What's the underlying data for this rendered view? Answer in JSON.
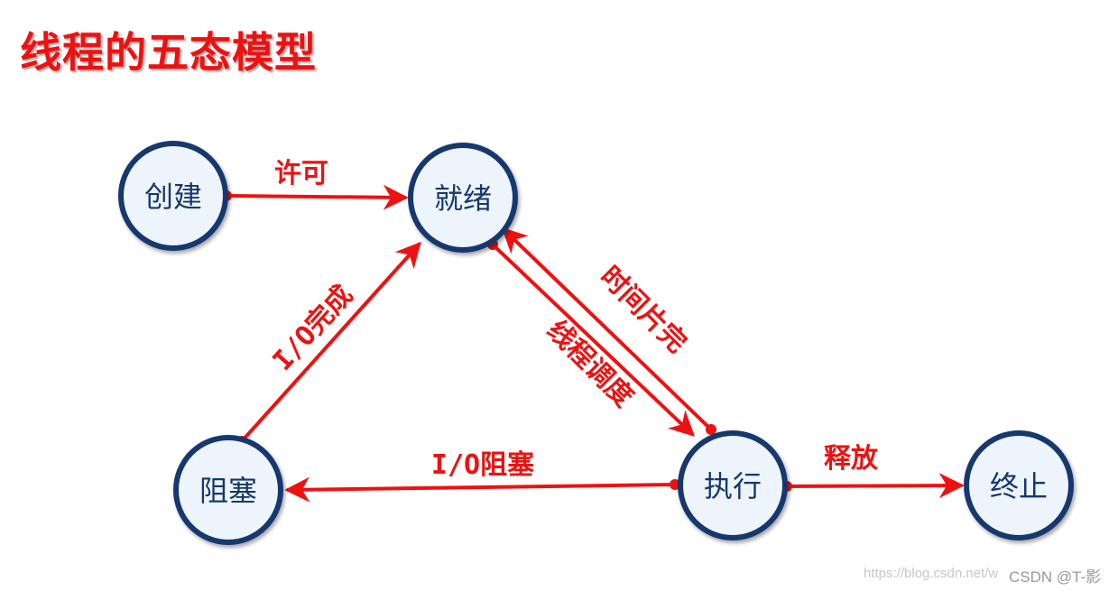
{
  "title": "线程的五态模型",
  "colors": {
    "accent": "#ee1111",
    "node_border": "#14386e",
    "node_fill": "#eef4fb"
  },
  "nodes": {
    "create": "创建",
    "ready": "就绪",
    "running": "执行",
    "blocked": "阻塞",
    "terminated": "终止"
  },
  "edges": {
    "admit": "许可",
    "dispatch": "线程调度",
    "timeout": "时间片完",
    "io_wait": "I/O阻塞",
    "io_done": "I/O完成",
    "release": "释放"
  },
  "watermark": {
    "url": "https://blog.csdn.net/w",
    "brand": "CSDN @T-影"
  }
}
